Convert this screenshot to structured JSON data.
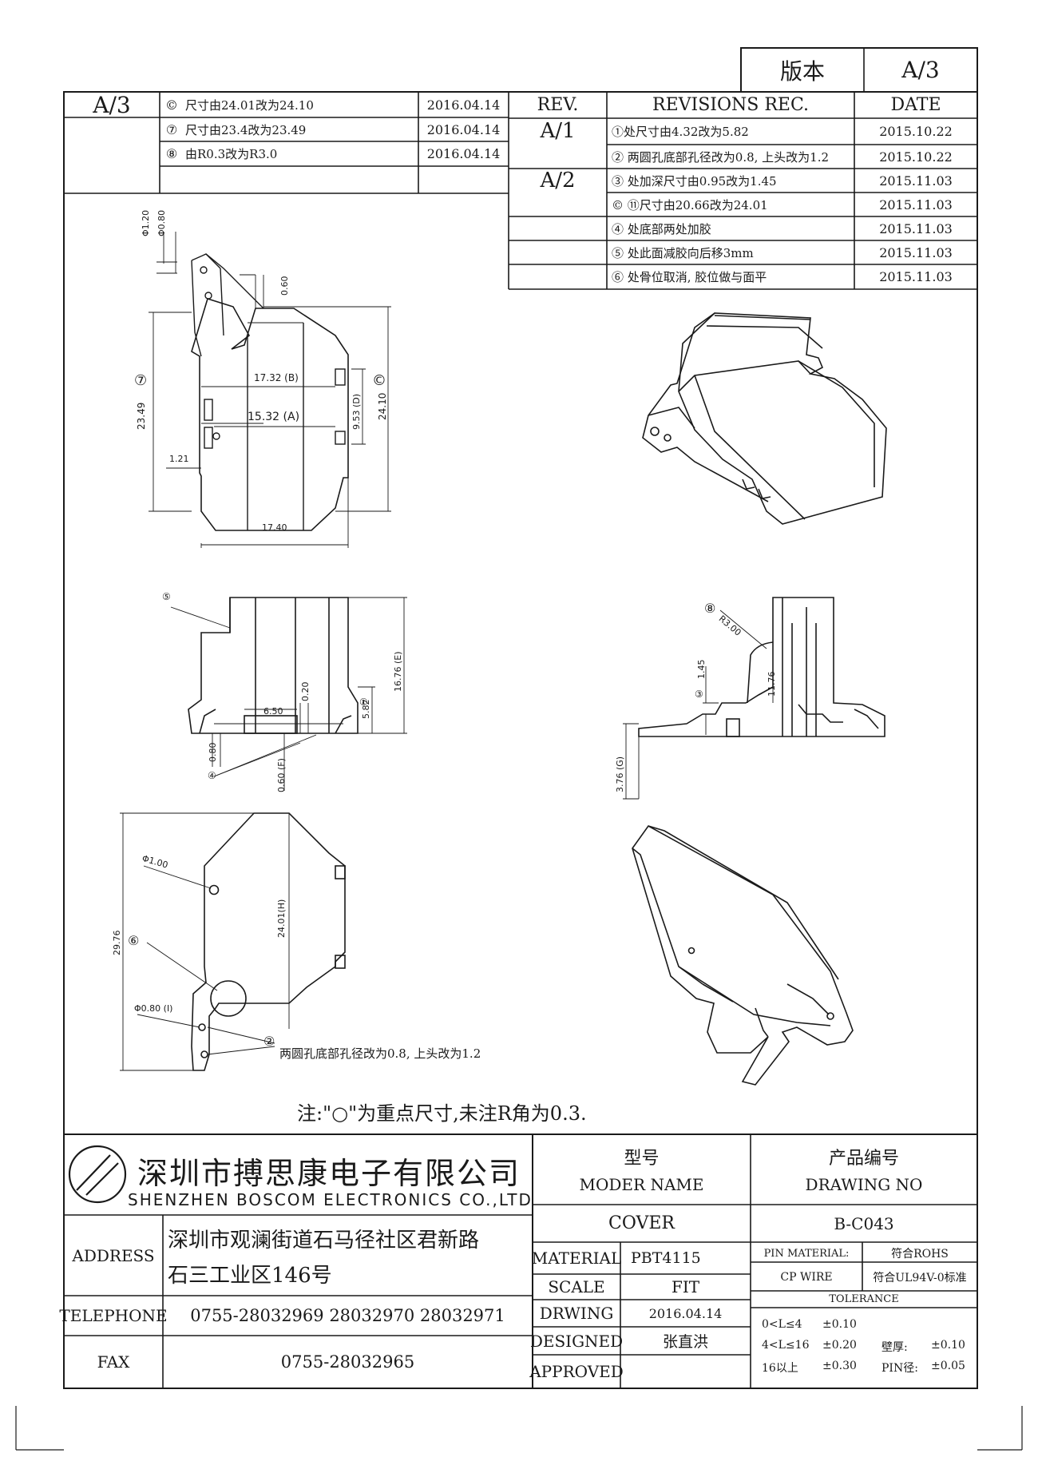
{
  "version_box": {
    "label": "版本",
    "value": "A/3"
  },
  "rev_left": {
    "rev": "A/3",
    "rows": [
      {
        "mark": "©",
        "text": "尺寸由24.01改为24.10",
        "date": "2016.04.14"
      },
      {
        "mark": "⑦",
        "text": "尺寸由23.4改为23.49",
        "date": "2016.04.14"
      },
      {
        "mark": "⑧",
        "text": "由R0.3改为R3.0",
        "date": "2016.04.14"
      }
    ]
  },
  "rev_right": {
    "header": {
      "rev": "REV.",
      "rec": "REVISIONS REC.",
      "date": "DATE"
    },
    "groups": [
      {
        "rev": "A/1",
        "rows": [
          {
            "text": "①处尺寸由4.32改为5.82",
            "date": "2015.10.22"
          },
          {
            "text": "② 两圆孔底部孔径改为0.8, 上头改为1.2",
            "date": "2015.10.22"
          }
        ]
      },
      {
        "rev": "A/2",
        "rows": [
          {
            "text": "③ 处加深尺寸由0.95改为1.45",
            "date": "2015.11.03"
          },
          {
            "text": "© ⑪尺寸由20.66改为24.01",
            "date": "2015.11.03"
          },
          {
            "text": "④ 处底部两处加胶",
            "date": "2015.11.03"
          },
          {
            "text": "⑤ 处此面减胶向后移3mm",
            "date": "2015.11.03"
          },
          {
            "text": "⑥ 处骨位取消, 胶位做与面平",
            "date": "2015.11.03"
          }
        ]
      }
    ]
  },
  "dims": {
    "d120": "Φ1.20",
    "d080": "Φ0.80",
    "d060": "0.60",
    "d2349": "23.49",
    "c7": "⑦",
    "d1732": "17.32 (B)",
    "d1532": "15.32 (A)",
    "d953": "9.53 (D)",
    "d2410": "24.10",
    "cC": "©",
    "d121": "1.21",
    "d1740": "17.40",
    "m5": "⑤",
    "d650": "6.50",
    "d020": "0.20",
    "d1676": "16.76 (E)",
    "d582": "5.82",
    "c1": "①",
    "d080b": "0.80",
    "m4": "④",
    "d060f": "0.60 (F)",
    "m8": "⑧",
    "r300": "R3.00",
    "d145": "1.45",
    "c3": "③",
    "d1176": "11.76",
    "d376": "3.76 (G)",
    "d100": "Φ1.00",
    "d2401": "24.01(H)",
    "d2976": "29.76",
    "m6": "⑥",
    "d080i": "Φ0.80 (I)",
    "m2": "②",
    "note2": "两圆孔底部孔径改为0.8, 上头改为1.2"
  },
  "note": "注:\"○\"为重点尺寸,未注R角为0.3.",
  "title_block": {
    "company_cn": "深圳市搏思康电子有限公司",
    "company_en": "SHENZHEN BOSCOM ELECTRONICS CO.,LTD",
    "model_label_cn": "型号",
    "model_label_en": "MODER NAME",
    "drawing_label_cn": "产品编号",
    "drawing_label_en": "DRAWING NO",
    "model_name": "COVER",
    "drawing_no": "B-C043",
    "address_label": "ADDRESS",
    "address_line1": "深圳市观澜街道石马径社区君新路",
    "address_line2": "石三工业区146号",
    "telephone_label": "TELEPHONE",
    "telephone": "0755-28032969 28032970 28032971",
    "fax_label": "FAX",
    "fax": "0755-28032965",
    "material_label": "MATERIAL",
    "material": "PBT4115",
    "scale_label": "SCALE",
    "scale": "FIT",
    "drwing_label": "DRWING",
    "drwing": "2016.04.14",
    "designed_label": "DESIGNED",
    "designed": "张直洪",
    "approved_label": "APPROVED",
    "approved": "",
    "pin_material_label": "PIN MATERIAL:",
    "pin_material": "符合ROHS",
    "cp_wire_label": "CP WIRE",
    "cp_wire": "符合UL94V-0标准",
    "tolerance_label": "TOLERANCE",
    "tol": [
      {
        "range": "0<L≤4",
        "value": "±0.10",
        "extra_label": "",
        "extra_value": ""
      },
      {
        "range": "4<L≤16",
        "value": "±0.20",
        "extra_label": "壁厚:",
        "extra_value": "±0.10"
      },
      {
        "range": "16以上",
        "value": "±0.30",
        "extra_label": "PIN径:",
        "extra_value": "±0.05"
      }
    ]
  }
}
